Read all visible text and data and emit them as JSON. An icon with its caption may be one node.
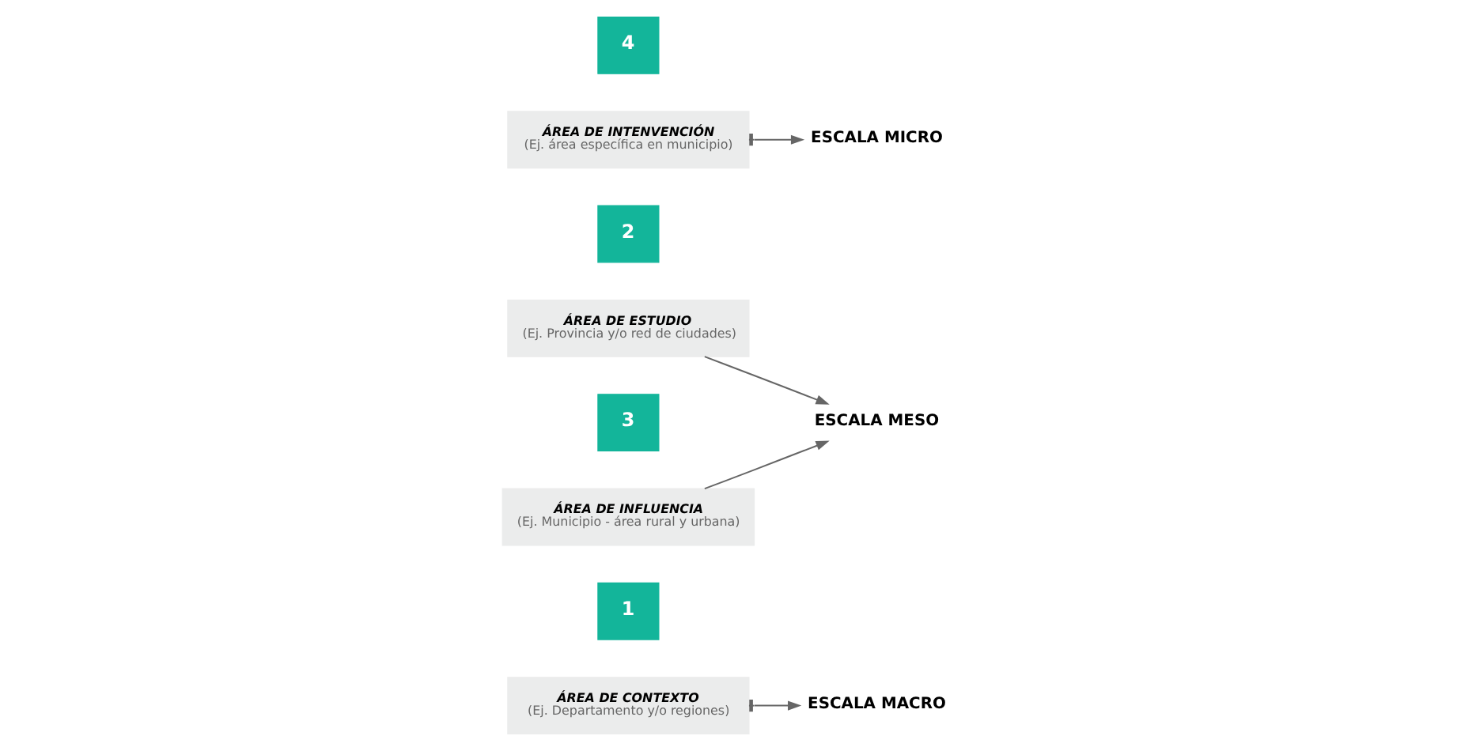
{
  "diagram": {
    "nodes": [
      {
        "text": [
          "1"
        ]
      },
      {
        "text": [
          "ÁREA DE CONTEXTO",
          "(Ej. Departamento y/o regiones)"
        ]
      },
      {
        "text": [
          "ESCALA MACRO"
        ]
      },
      {
        "text": [
          "2"
        ]
      },
      {
        "text": [
          "ÁREA DE ESTUDIO",
          "(Ej. Provincia y/o red de ciudades)"
        ]
      },
      {
        "text": [
          "3"
        ]
      },
      {
        "text": [
          "ÁREA DE INFLUENCIA",
          "(Ej. Municipio - área rural y urbana)"
        ]
      },
      {
        "text": [
          "ESCALA MESO"
        ]
      },
      {
        "text": [
          "4"
        ]
      },
      {
        "text": [
          "ÁREA DE INTENVENCIÓN",
          "(Ej. área específica en municipio)"
        ]
      },
      {
        "text": [
          "ESCALA MICRO"
        ]
      }
    ],
    "edges": [
      {
        "from": 1,
        "to": 2,
        "arrow": "to"
      },
      {
        "from": 4,
        "to": 7,
        "arrow": "to"
      },
      {
        "from": 6,
        "to": 7,
        "arrow": "to"
      },
      {
        "from": 9,
        "to": 10,
        "arrow": "to"
      }
    ]
  }
}
